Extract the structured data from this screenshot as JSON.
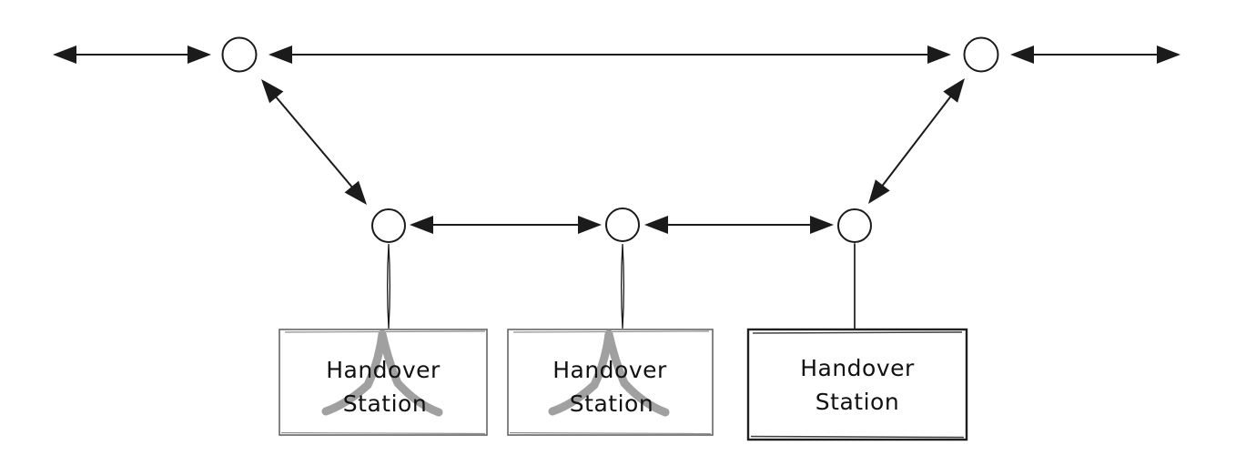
{
  "diagram": {
    "title": "handover-network-diagram",
    "colors": {
      "stroke": "#1b1b1b",
      "box_light": "#666666",
      "box_dark": "#1f1f1f",
      "antenna": "#a0a0a0",
      "text": "#111111",
      "bg": "#ffffff"
    },
    "stations": [
      {
        "label_line1": "Handover",
        "label_line2": "Station",
        "icon": "antenna-icon"
      },
      {
        "label_line1": "Handover",
        "label_line2": "Station",
        "icon": "antenna-icon"
      },
      {
        "label_line1": "Handover",
        "label_line2": "Station",
        "icon": null
      }
    ]
  }
}
